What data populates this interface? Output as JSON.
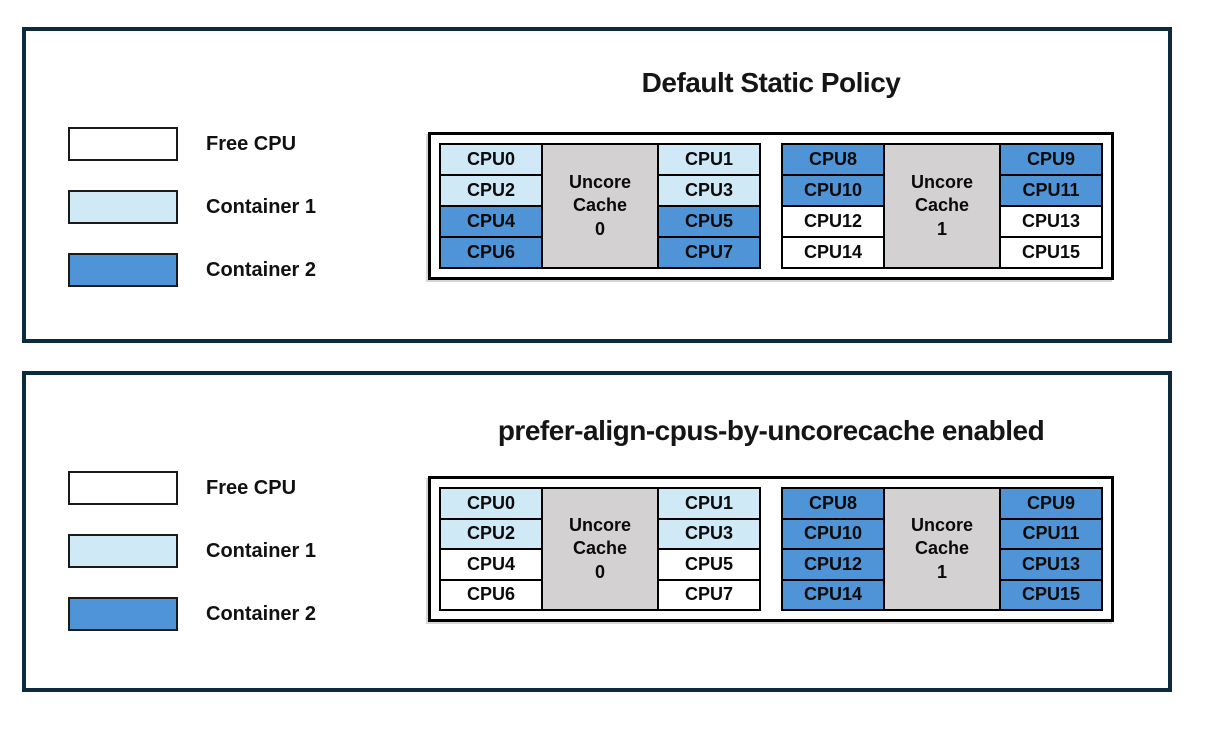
{
  "colors": {
    "free": "#ffffff",
    "container1": "#cfe9f7",
    "container2": "#4f94d6",
    "uncore_fill": "#d3d1d1",
    "panel_border": "#0e2b3d"
  },
  "legend": {
    "items": [
      {
        "label": "Free CPU",
        "state": "free"
      },
      {
        "label": "Container 1",
        "state": "container1"
      },
      {
        "label": "Container 2",
        "state": "container2"
      }
    ]
  },
  "panels": [
    {
      "title": "Default Static Policy",
      "groups": [
        {
          "cache_lines": [
            "Uncore",
            "Cache",
            "0"
          ],
          "left_cpus": [
            {
              "label": "CPU0",
              "state": "container1"
            },
            {
              "label": "CPU2",
              "state": "container1"
            },
            {
              "label": "CPU4",
              "state": "container2"
            },
            {
              "label": "CPU6",
              "state": "container2"
            }
          ],
          "right_cpus": [
            {
              "label": "CPU1",
              "state": "container1"
            },
            {
              "label": "CPU3",
              "state": "container1"
            },
            {
              "label": "CPU5",
              "state": "container2"
            },
            {
              "label": "CPU7",
              "state": "container2"
            }
          ]
        },
        {
          "cache_lines": [
            "Uncore",
            "Cache",
            "1"
          ],
          "left_cpus": [
            {
              "label": "CPU8",
              "state": "container2"
            },
            {
              "label": "CPU10",
              "state": "container2"
            },
            {
              "label": "CPU12",
              "state": "free"
            },
            {
              "label": "CPU14",
              "state": "free"
            }
          ],
          "right_cpus": [
            {
              "label": "CPU9",
              "state": "container2"
            },
            {
              "label": "CPU11",
              "state": "container2"
            },
            {
              "label": "CPU13",
              "state": "free"
            },
            {
              "label": "CPU15",
              "state": "free"
            }
          ]
        }
      ]
    },
    {
      "title": "prefer-align-cpus-by-uncorecache enabled",
      "groups": [
        {
          "cache_lines": [
            "Uncore",
            "Cache",
            "0"
          ],
          "left_cpus": [
            {
              "label": "CPU0",
              "state": "container1"
            },
            {
              "label": "CPU2",
              "state": "container1"
            },
            {
              "label": "CPU4",
              "state": "free"
            },
            {
              "label": "CPU6",
              "state": "free"
            }
          ],
          "right_cpus": [
            {
              "label": "CPU1",
              "state": "container1"
            },
            {
              "label": "CPU3",
              "state": "container1"
            },
            {
              "label": "CPU5",
              "state": "free"
            },
            {
              "label": "CPU7",
              "state": "free"
            }
          ]
        },
        {
          "cache_lines": [
            "Uncore",
            "Cache",
            "1"
          ],
          "left_cpus": [
            {
              "label": "CPU8",
              "state": "container2"
            },
            {
              "label": "CPU10",
              "state": "container2"
            },
            {
              "label": "CPU12",
              "state": "container2"
            },
            {
              "label": "CPU14",
              "state": "container2"
            }
          ],
          "right_cpus": [
            {
              "label": "CPU9",
              "state": "container2"
            },
            {
              "label": "CPU11",
              "state": "container2"
            },
            {
              "label": "CPU13",
              "state": "container2"
            },
            {
              "label": "CPU15",
              "state": "container2"
            }
          ]
        }
      ]
    }
  ]
}
